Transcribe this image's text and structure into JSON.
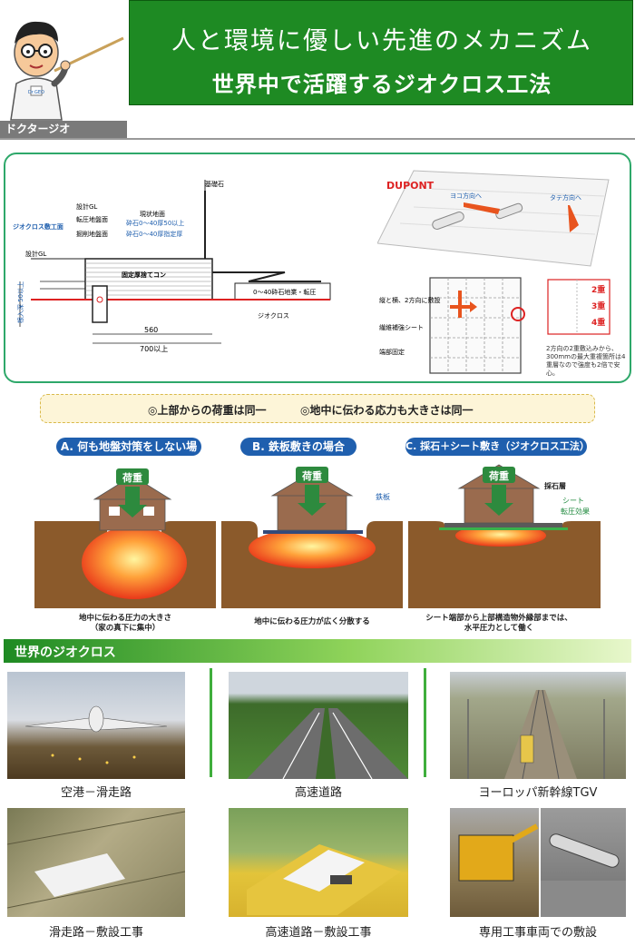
{
  "header": {
    "mascot_label": "ドクタージオ",
    "mascot_badge": "Dr.GEO",
    "title_line1": "人と環境に優しい先進のメカニズム",
    "title_line2": "世界中で活躍するジオクロス工法"
  },
  "diagram": {
    "left_labels": {
      "kijun": "基礎石",
      "sekkei_gl_top": "設計GL",
      "sekkei_sub": "現状地面",
      "geocross": "ジオクロス敷工面",
      "tenatsu": "転圧地盤面",
      "kakuhan": "掘削地盤面",
      "saiseki1": "砕石0～40厚50以上",
      "saiseki2": "砕石0～40厚指定厚",
      "sekkei_gl": "設計GL",
      "kotei": "固定厚捨てコン",
      "saiseki_tenatsu": "0～40砕石地業・転圧",
      "geocross_line": "ジオクロス",
      "dim1": "560",
      "dim2": "700以上",
      "depth": "根入深 50以上"
    },
    "right_labels": {
      "brand": "DUPONT",
      "yoko": "ヨコ方向へ",
      "tate": "タテ方向へ",
      "tate_yoko": "縦と横、2方向に敷設",
      "sheet": "繊維補強シート",
      "tanbu": "端部固定",
      "layer2": "2重",
      "layer3": "3重",
      "layer4": "4重",
      "note": "2方向の2重敷込みから、300mmの最大重複箇所は4重層なので強度も2倍で安心。"
    }
  },
  "comparison": {
    "statement_left": "◎上部からの荷重は同一",
    "statement_right": "◎地中に伝わる応力も大きさは同一",
    "load_label": "荷重",
    "panels": [
      {
        "caption": "A. 何も地盤対策をしない場合",
        "note": "地中に伝わる圧力の大きさ\n（家の真下に集中）"
      },
      {
        "caption": "B. 鉄板敷きの場合",
        "note": "地中に伝わる圧力が広く分散する",
        "extra": "鉄板"
      },
      {
        "caption": "C. 採石＋シート敷き（ジオクロス工法）",
        "note": "シート端部から上部構造物外縁部までは、\n水平圧力として働く",
        "extra1": "採石層",
        "extra2": "シート",
        "extra3": "転圧効果"
      }
    ]
  },
  "world": {
    "title": "世界のジオクロス",
    "photos": [
      {
        "label": "空港－滑走路"
      },
      {
        "label": "高速道路"
      },
      {
        "label": "ヨーロッパ新幹線TGV"
      },
      {
        "label": "滑走路－敷設工事"
      },
      {
        "label": "高速道路－敷設工事"
      },
      {
        "label": "専用工事車両での敷設"
      }
    ]
  },
  "colors": {
    "green": "#1e8a23",
    "blue": "#1f5fae",
    "soil": "#8b5a2b",
    "teal": "#2ea86a"
  }
}
